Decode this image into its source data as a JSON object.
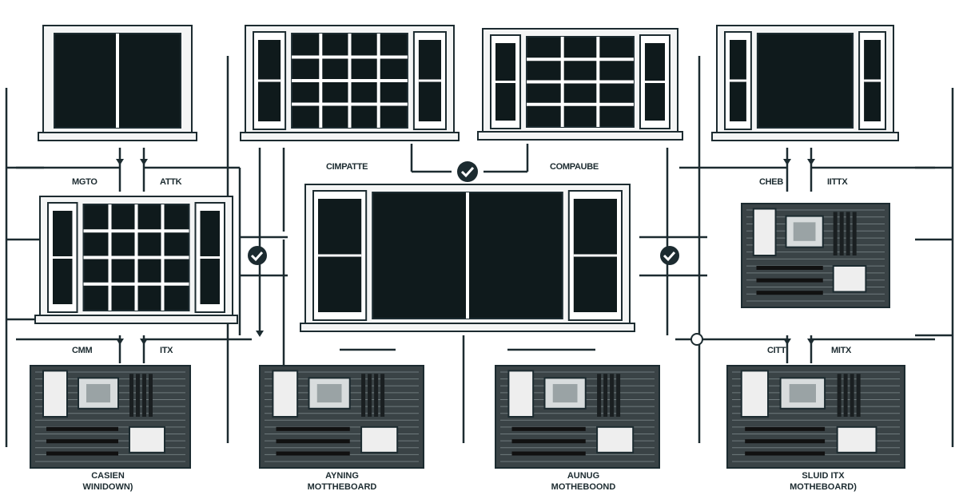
{
  "colors": {
    "ink": "#1c2b30",
    "glass": "#0f1a1c",
    "frame": "#f4f5f5",
    "board": "#3a4346"
  },
  "labels": {
    "top_left_a": "MGTO",
    "top_left_b": "ATTK",
    "compat_left": "CIMPATTE",
    "compat_right": "COMPAUBE",
    "top_right_a": "CHEB",
    "top_right_b": "IITTX",
    "bottom_left_a": "CMM",
    "bottom_left_b": "ITX",
    "bottom_right_a": "CITT",
    "bottom_right_b": "MITX"
  },
  "motherboards": [
    {
      "line1": "CASIEN",
      "line2": "WINIDOWN)"
    },
    {
      "line1": "AYNING",
      "line2": "MOTTHEBOARD"
    },
    {
      "line1": "AUNUG",
      "line2": "MOTHEBOOND"
    },
    {
      "line1": "SLUID ITX",
      "line2": "MOTHEBOARD)"
    }
  ],
  "icons": [
    "check-circle-icon",
    "window-icon",
    "motherboard-icon",
    "arrow-icon"
  ]
}
